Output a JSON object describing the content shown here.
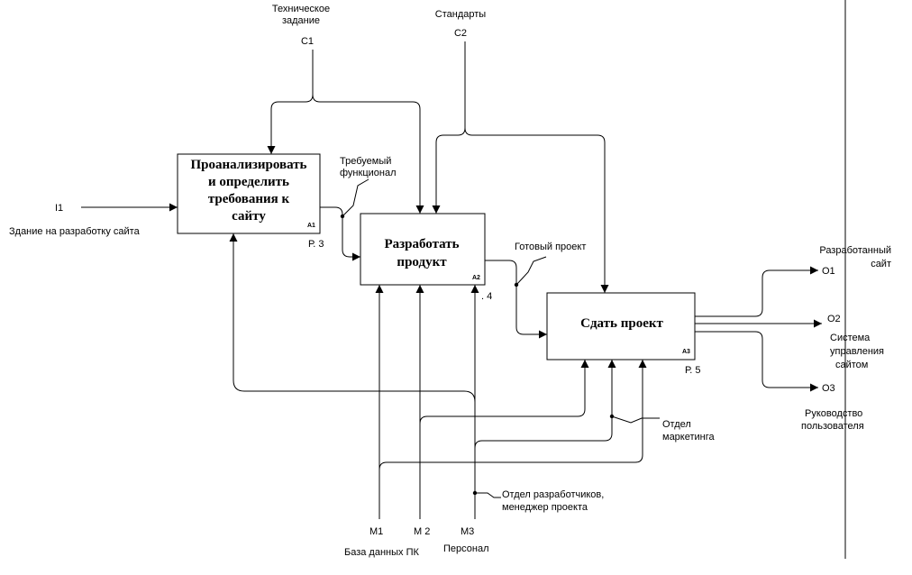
{
  "boxes": [
    {
      "id": "A1",
      "title_lines": [
        "Проанализировать",
        "и определить",
        "требования к",
        "сайту"
      ],
      "node": "A1",
      "ref": "Р. 3"
    },
    {
      "id": "A2",
      "title_lines": [
        "Разработать",
        "продукт"
      ],
      "node": "A2",
      "ref": ". 4"
    },
    {
      "id": "A3",
      "title_lines": [
        "Сдать проект"
      ],
      "node": "A3",
      "ref": "Р. 5"
    }
  ],
  "inputs": [
    {
      "code": "I1",
      "label": "Здание на разработку сайта"
    }
  ],
  "controls": [
    {
      "code": "C1",
      "label_lines": [
        "Техническое",
        "задание"
      ]
    },
    {
      "code": "C2",
      "label_lines": [
        "Стандарты"
      ]
    }
  ],
  "mechanisms": [
    {
      "code": "M1",
      "label": "База данных ПК"
    },
    {
      "code": "M 2",
      "label": ""
    },
    {
      "code": "M3",
      "label": "Персонал"
    }
  ],
  "outputs": [
    {
      "code": "O1",
      "label_lines": [
        "Разработанный",
        "сайт"
      ]
    },
    {
      "code": "O2",
      "label_lines": [
        "Система",
        "управления",
        "сайтом"
      ]
    },
    {
      "code": "O3",
      "label_lines": [
        "Руководство",
        "пользователя"
      ]
    }
  ],
  "internal_labels": {
    "required": [
      "Требуемый",
      "функционал"
    ],
    "finished": "Готовый проект",
    "marketing": [
      "Отдел",
      "маркетинга"
    ],
    "devs": [
      "Отдел разработчиков,",
      "менеджер проекта"
    ]
  }
}
